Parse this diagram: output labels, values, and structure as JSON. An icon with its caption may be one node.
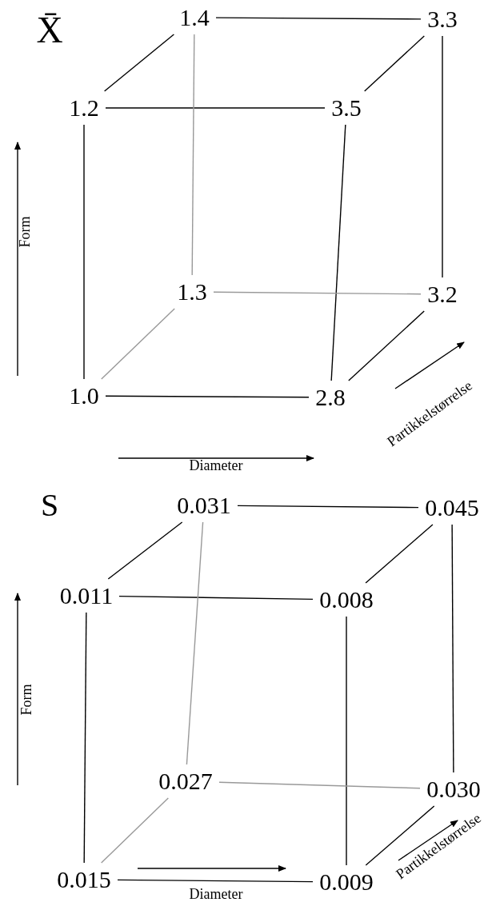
{
  "diagram": {
    "nodes": [
      {
        "text": [
          "1.4"
        ]
      },
      {
        "text": [
          "3.3"
        ]
      },
      {
        "text": [
          "1.2"
        ]
      },
      {
        "text": [
          "3.5"
        ]
      },
      {
        "text": [
          "1.3"
        ]
      },
      {
        "text": [
          "3.2"
        ]
      },
      {
        "text": [
          "1.0"
        ]
      },
      {
        "text": [
          "2.8"
        ]
      },
      {
        "text": [
          "0.031"
        ]
      },
      {
        "text": [
          "0.045"
        ]
      },
      {
        "text": [
          "0.011"
        ]
      },
      {
        "text": [
          "0.008"
        ]
      },
      {
        "text": [
          "0.027"
        ]
      },
      {
        "text": [
          "0.030"
        ]
      },
      {
        "text": [
          "0.015"
        ]
      },
      {
        "text": [
          "0.009"
        ]
      }
    ],
    "edges": [
      {
        "from": 2,
        "to": 3,
        "arrow": "none"
      },
      {
        "from": 6,
        "to": 7,
        "arrow": "none"
      },
      {
        "from": 2,
        "to": 6,
        "arrow": "none"
      },
      {
        "from": 3,
        "to": 7,
        "arrow": "none"
      },
      {
        "from": 0,
        "to": 1,
        "arrow": "none"
      },
      {
        "from": 4,
        "to": 5,
        "arrow": "none",
        "color": "#999999"
      },
      {
        "from": 0,
        "to": 4,
        "arrow": "none",
        "color": "#999999"
      },
      {
        "from": 1,
        "to": 5,
        "arrow": "none"
      },
      {
        "from": 2,
        "to": 0,
        "arrow": "none"
      },
      {
        "from": 3,
        "to": 1,
        "arrow": "none"
      },
      {
        "from": 6,
        "to": 4,
        "arrow": "none",
        "color": "#999999"
      },
      {
        "from": 7,
        "to": 5,
        "arrow": "none"
      },
      {
        "from": 10,
        "to": 11,
        "arrow": "none"
      },
      {
        "from": 14,
        "to": 15,
        "arrow": "none"
      },
      {
        "from": 10,
        "to": 14,
        "arrow": "none"
      },
      {
        "from": 11,
        "to": 15,
        "arrow": "none"
      },
      {
        "from": 8,
        "to": 9,
        "arrow": "none"
      },
      {
        "from": 12,
        "to": 13,
        "arrow": "none",
        "color": "#999999"
      },
      {
        "from": 8,
        "to": 12,
        "arrow": "none",
        "color": "#999999"
      },
      {
        "from": 9,
        "to": 13,
        "arrow": "none"
      },
      {
        "from": 10,
        "to": 8,
        "arrow": "none"
      },
      {
        "from": 11,
        "to": 9,
        "arrow": "none"
      },
      {
        "from": 14,
        "to": 12,
        "arrow": "none",
        "color": "#999999"
      },
      {
        "from": 15,
        "to": 13,
        "arrow": "none"
      }
    ],
    "labels": [
      "X̄",
      "Form",
      "Diameter",
      "Partikkelstørrelse",
      "S",
      "Form",
      "Diameter",
      "Partikkelstørrelse"
    ]
  }
}
